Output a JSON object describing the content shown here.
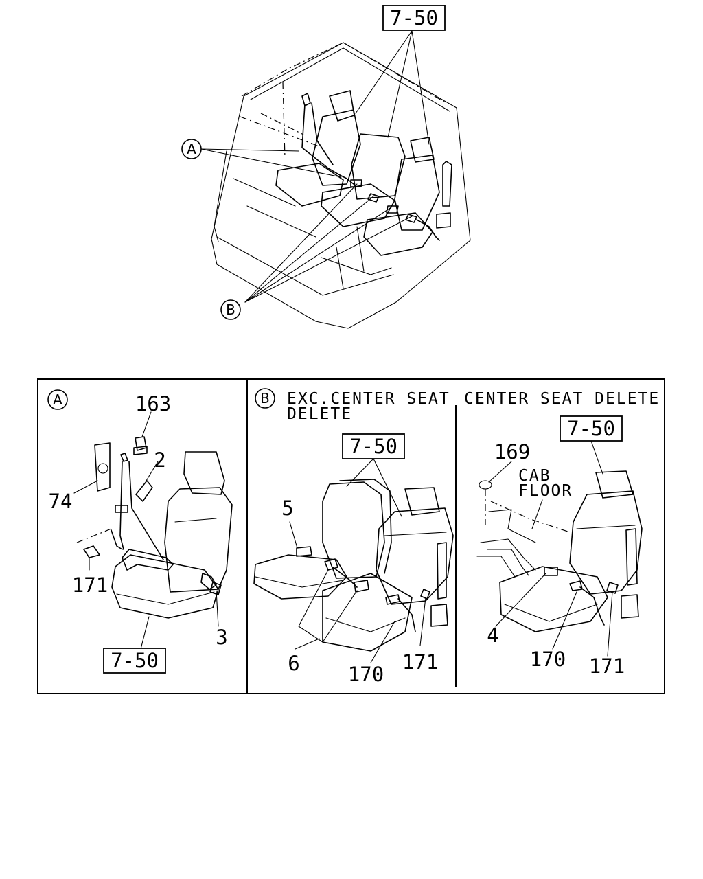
{
  "overview": {
    "ref_box": "7-50",
    "callout_a": "A",
    "callout_b": "B"
  },
  "panel_a": {
    "callout": "A",
    "ref_box": "7-50",
    "parts": [
      "163",
      "2",
      "74",
      "171",
      "3"
    ]
  },
  "panel_b": {
    "callout": "B",
    "heading_line1": "EXC.CENTER SEAT",
    "heading_line2": "DELETE",
    "ref_box": "7-50",
    "parts": [
      "5",
      "6",
      "170",
      "171"
    ]
  },
  "panel_c": {
    "heading": "CENTER SEAT DELETE",
    "ref_box": "7-50",
    "note_line1": "CAB",
    "note_line2": "FLOOR",
    "parts": [
      "169",
      "4",
      "170",
      "171"
    ]
  }
}
